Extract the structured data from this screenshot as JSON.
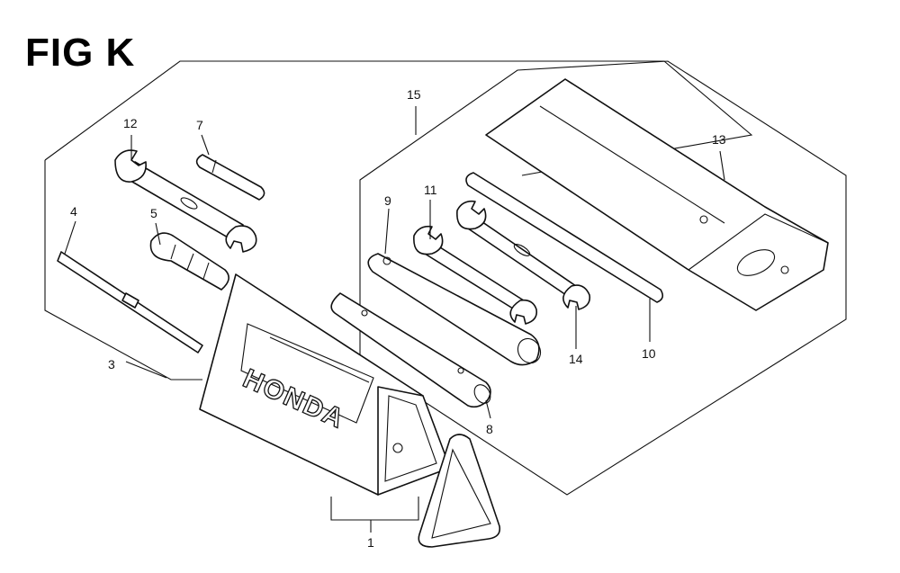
{
  "figure": {
    "title": "FIG K"
  },
  "brand_text": "HONDA",
  "callouts": {
    "c1": "1",
    "c3": "3",
    "c4": "4",
    "c5": "5",
    "c7": "7",
    "c8": "8",
    "c9": "9",
    "c10": "10",
    "c11": "11",
    "c12": "12",
    "c13": "13",
    "c14": "14",
    "c15": "15"
  }
}
